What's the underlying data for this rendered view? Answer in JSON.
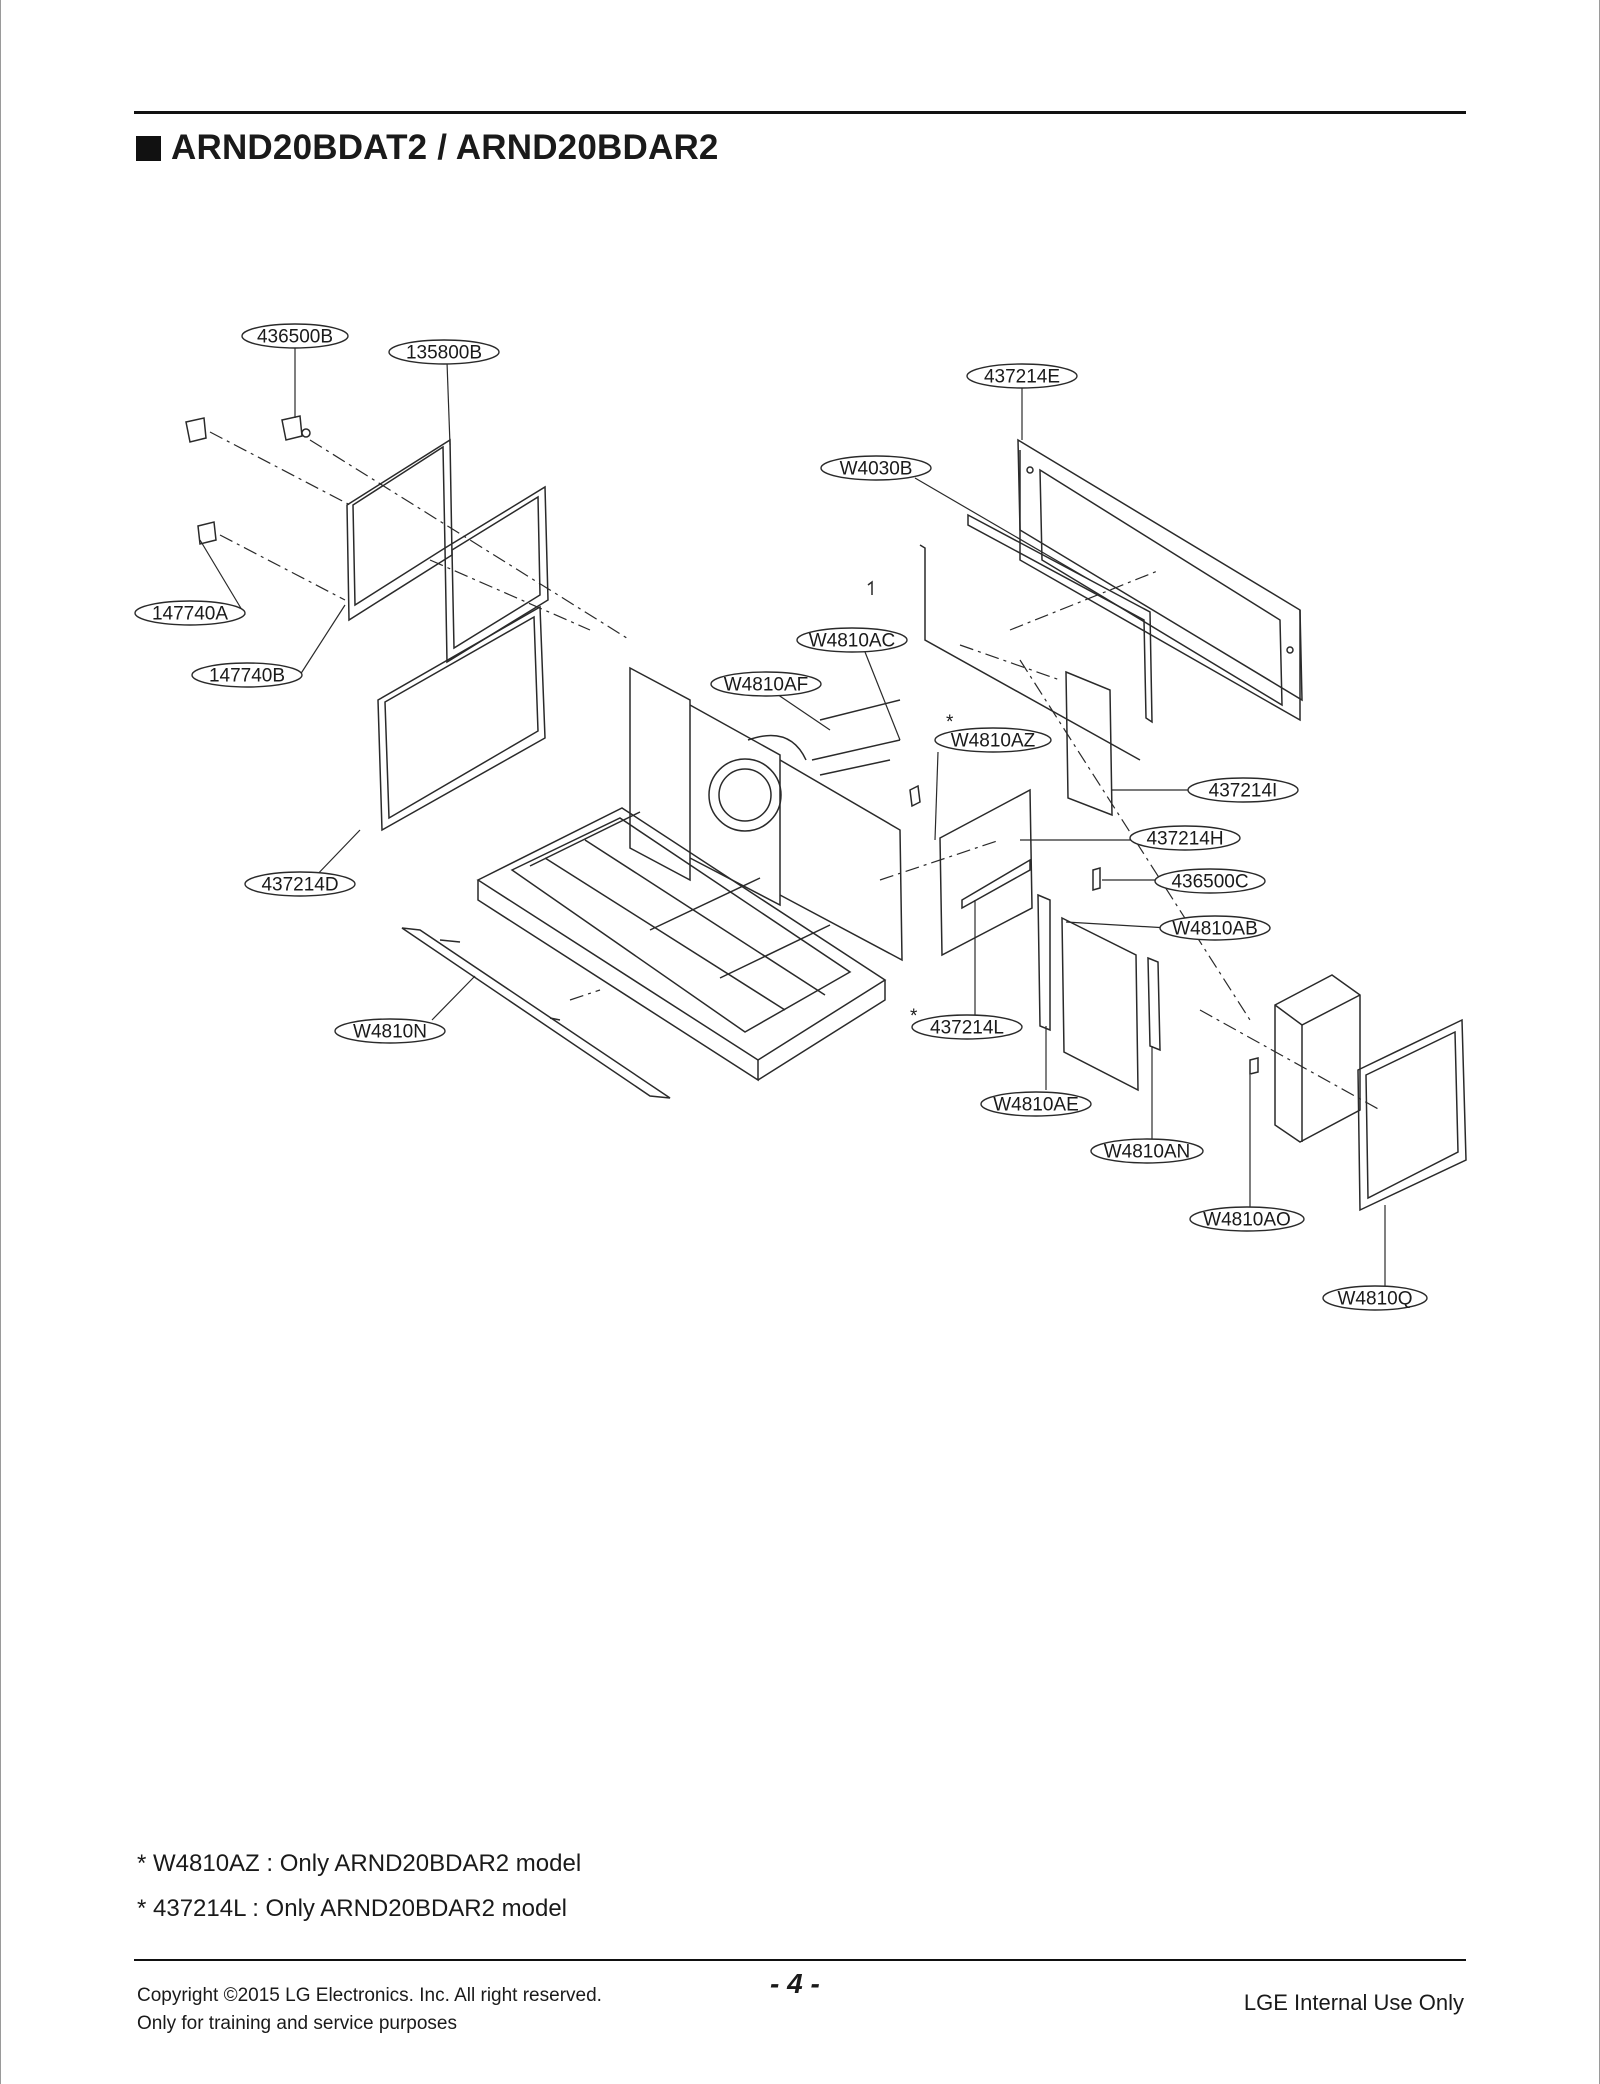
{
  "title": "ARND20BDAT2 / ARND20BDAR2",
  "callouts": {
    "c436500B": "436500B",
    "c135800B": "135800B",
    "c437214E": "437214E",
    "cW4030B": "W4030B",
    "c147740A": "147740A",
    "c147740B": "147740B",
    "cW4810AC": "W4810AC",
    "cW4810AF": "W4810AF",
    "cW4810AZ": "W4810AZ",
    "c437214I": "437214I",
    "c437214H": "437214H",
    "c436500C": "436500C",
    "c437214D": "437214D",
    "cW4810AB": "W4810AB",
    "cW4810N": "W4810N",
    "c437214L": "437214L",
    "cW4810AE": "W4810AE",
    "cW4810AN": "W4810AN",
    "cW4810AO": "W4810AO",
    "cW4810Q": "W4810Q"
  },
  "asterisk": "*",
  "notes": [
    "* W4810AZ : Only ARND20BDAR2 model",
    "* 437214L : Only ARND20BDAR2 model"
  ],
  "footer": {
    "copyright": "Copyright ©2015 LG Electronics. Inc. All right reserved.",
    "purpose": "Only for training and service purposes",
    "page": "- 4 -",
    "internal": "LGE Internal Use Only"
  }
}
